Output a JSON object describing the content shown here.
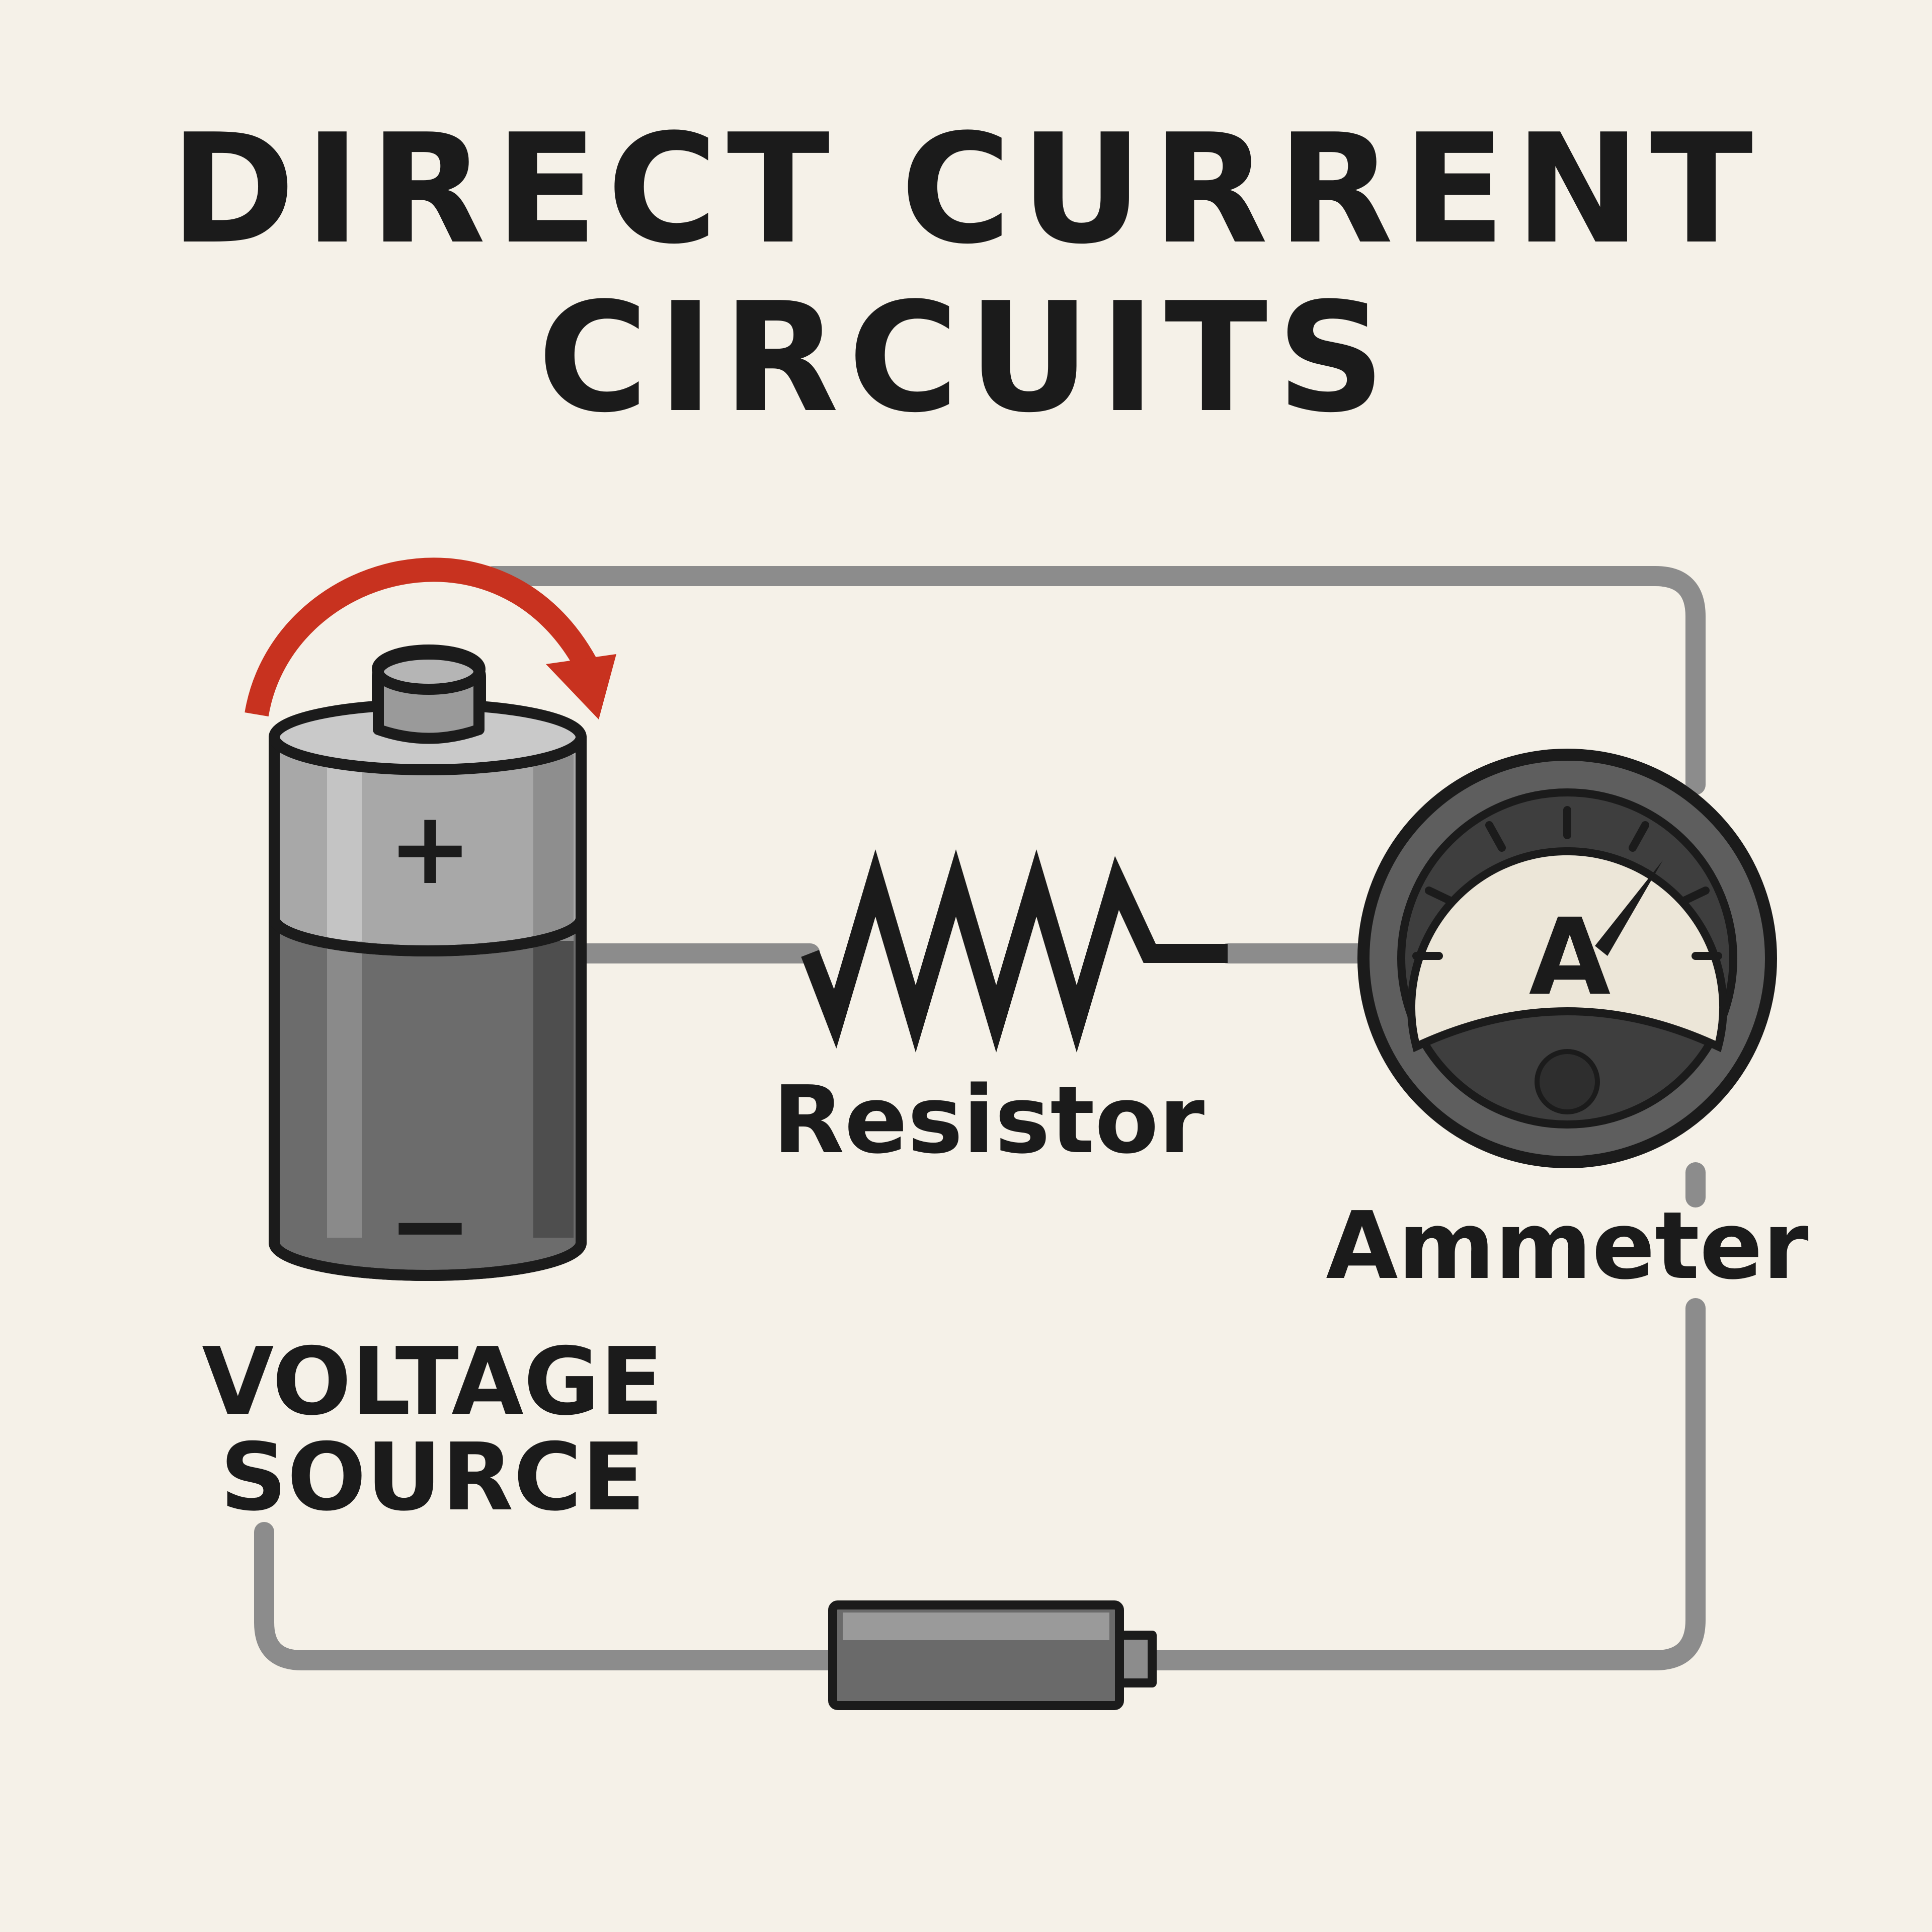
{
  "title": {
    "line1": "DIRECT CURRENT",
    "line2": "CIRCUITS"
  },
  "labels": {
    "voltage_source_line1": "VOLTAGE",
    "voltage_source_line2": "SOURCE",
    "resistor": "Resistor",
    "ammeter": "Ammeter"
  },
  "battery": {
    "positive_symbol": "+",
    "negative_symbol": "−"
  },
  "meter": {
    "unit_symbol": "A"
  },
  "colors": {
    "background": "#f5f1e8",
    "wire": "#8c8c8c",
    "outline": "#1b1b1b",
    "arrow": "#c8321f",
    "battery_top": "#a8a8a8",
    "battery_body": "#6c6c6c",
    "meter_face": "#ece6d8"
  },
  "icons": [
    "battery-icon",
    "resistor-icon",
    "ammeter-icon",
    "switch-icon",
    "current-direction-arrow-icon"
  ]
}
